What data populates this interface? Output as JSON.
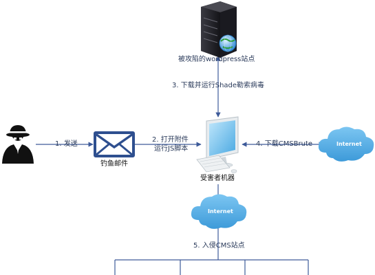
{
  "nodes": {
    "server": {
      "label": "被攻陷的wordpress站点",
      "icon": "server-icon"
    },
    "attacker": {
      "icon": "hacker-icon"
    },
    "email": {
      "label": "钓鱼邮件",
      "icon": "envelope-icon"
    },
    "victim": {
      "label": "受害者机器",
      "icon": "computer-icon"
    },
    "internet_right": {
      "label": "Internet",
      "icon": "cloud-icon"
    },
    "internet_bottom": {
      "label": "Internet",
      "icon": "cloud-icon"
    }
  },
  "edges": {
    "send": "1. 发送",
    "open_line1": "2. 打开附件",
    "open_line2": "运行JS脚本",
    "download_shade": "3. 下载并运行Shade勒索病毒",
    "download_cms": "4. 下载CMSBrute",
    "intrude": "5. 入侵CMS站点"
  },
  "colors": {
    "arrow": "#3d5a99",
    "cloud": "#5bb0e6",
    "envelope": "#2e4f8f",
    "screen": "#7fc8f2",
    "server": "#1f1f24"
  }
}
